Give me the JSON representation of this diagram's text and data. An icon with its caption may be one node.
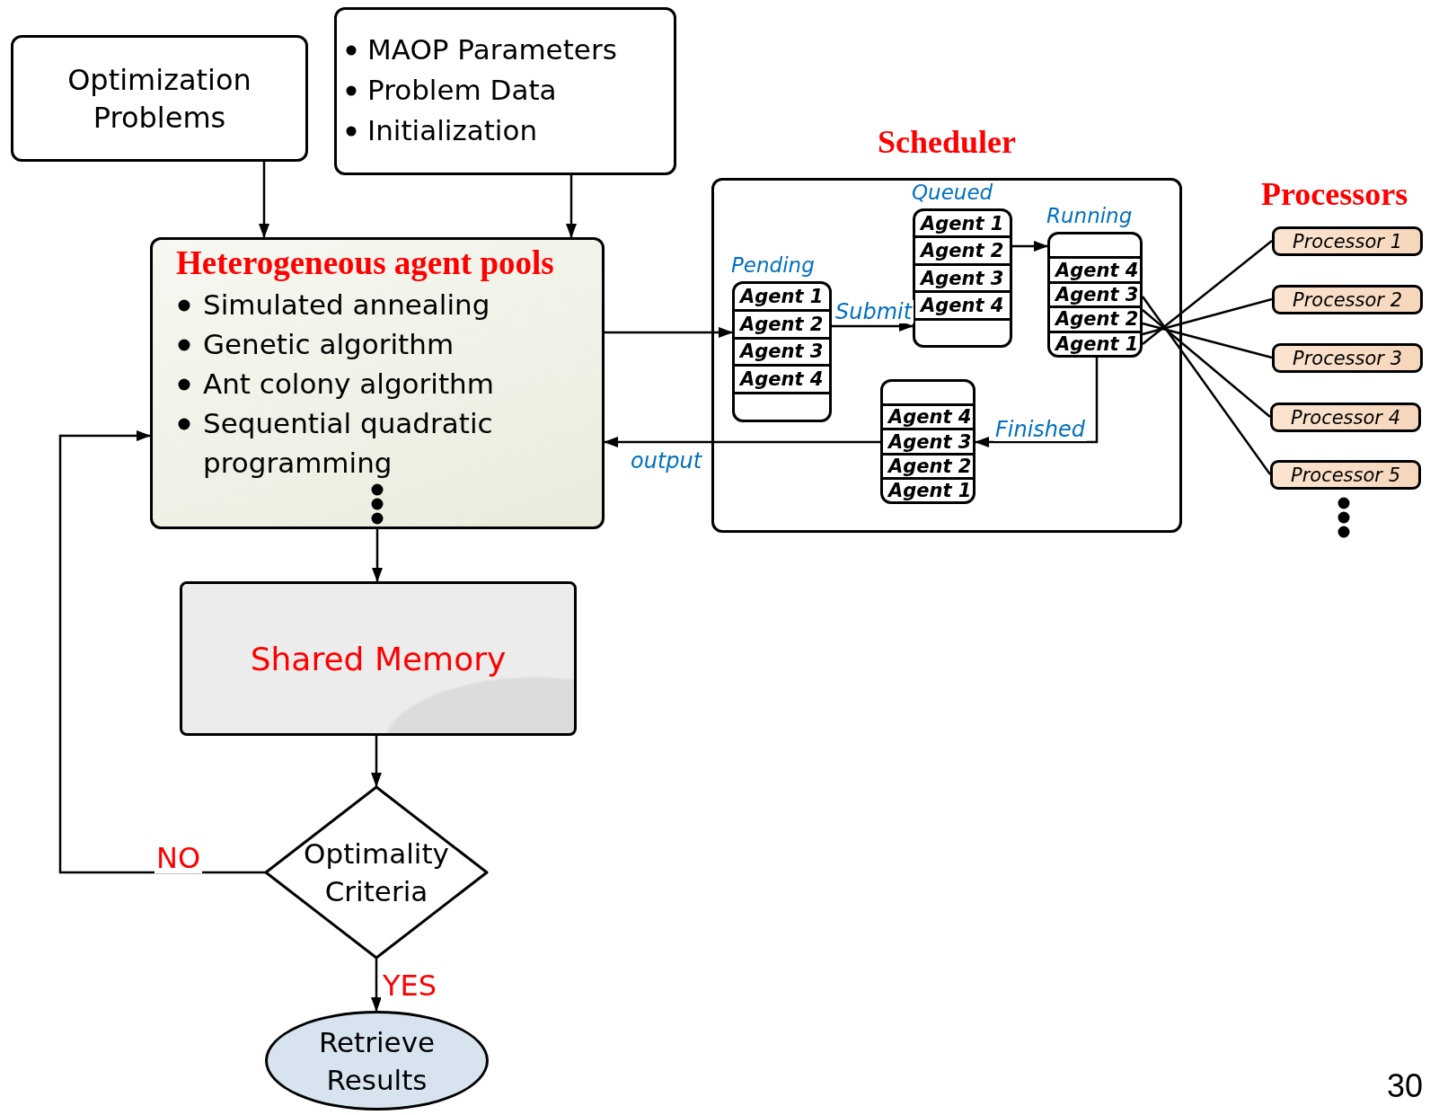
{
  "diagram": {
    "nodes": [
      {
        "text": [
          "Optimization Problems"
        ]
      },
      {
        "text": [
          "MAOP Parameters",
          "Problem Data",
          "Initialization"
        ]
      },
      {
        "text": [
          "Heterogeneous agent pools",
          "Simulated annealing",
          "Genetic algorithm",
          "Ant colony algorithm",
          "Sequential quadratic programming"
        ]
      },
      {
        "text": [
          "Shared Memory"
        ]
      },
      {
        "text": [
          "Optimality Criteria"
        ]
      },
      {
        "text": [
          "Retrieve Results"
        ]
      },
      {
        "text": [
          "Scheduler"
        ]
      },
      {
        "text": [
          "Pending",
          "Agent 1",
          "Agent 2",
          "Agent 3",
          "Agent 4"
        ],
        "in": 6
      },
      {
        "text": [
          "Queued",
          "Agent 1",
          "Agent 2",
          "Agent 3",
          "Agent 4"
        ],
        "in": 6
      },
      {
        "text": [
          "Running",
          "Agent 4",
          "Agent 3",
          "Agent 2",
          "Agent 1"
        ],
        "in": 6
      },
      {
        "text": [
          "Agent 4",
          "Agent 3",
          "Agent 2",
          "Agent 1"
        ],
        "in": 6
      },
      {
        "text": [
          "Processor 1"
        ]
      },
      {
        "text": [
          "Processor 2"
        ]
      },
      {
        "text": [
          "Processor 3"
        ]
      },
      {
        "text": [
          "Processor 4"
        ]
      },
      {
        "text": [
          "Processor 5"
        ]
      }
    ],
    "edges": [
      {
        "from": 0,
        "to": 2,
        "arrow": "to"
      },
      {
        "from": 1,
        "to": 2,
        "arrow": "to"
      },
      {
        "from": 2,
        "to": 7,
        "arrow": "to"
      },
      {
        "from": 7,
        "to": 8,
        "arrow": "to",
        "label": "Submit"
      },
      {
        "from": 8,
        "to": 9,
        "arrow": "to"
      },
      {
        "from": 9,
        "to": 10,
        "arrow": "to",
        "label": "Finished"
      },
      {
        "from": 10,
        "to": 2,
        "arrow": "to",
        "label": "output"
      },
      {
        "from": 2,
        "to": 3,
        "arrow": "to"
      },
      {
        "from": 3,
        "to": 4,
        "arrow": "to"
      },
      {
        "from": 4,
        "to": 5,
        "arrow": "to",
        "label": "YES"
      },
      {
        "from": 4,
        "to": 2,
        "arrow": "to",
        "label": "NO"
      },
      {
        "from": 9,
        "to": 11,
        "arrow": "none"
      },
      {
        "from": 9,
        "to": 12,
        "arrow": "none"
      },
      {
        "from": 9,
        "to": 13,
        "arrow": "none"
      },
      {
        "from": 9,
        "to": 14,
        "arrow": "none"
      },
      {
        "from": 9,
        "to": 15,
        "arrow": "none"
      }
    ],
    "labels": [
      "Processors",
      "30"
    ]
  }
}
